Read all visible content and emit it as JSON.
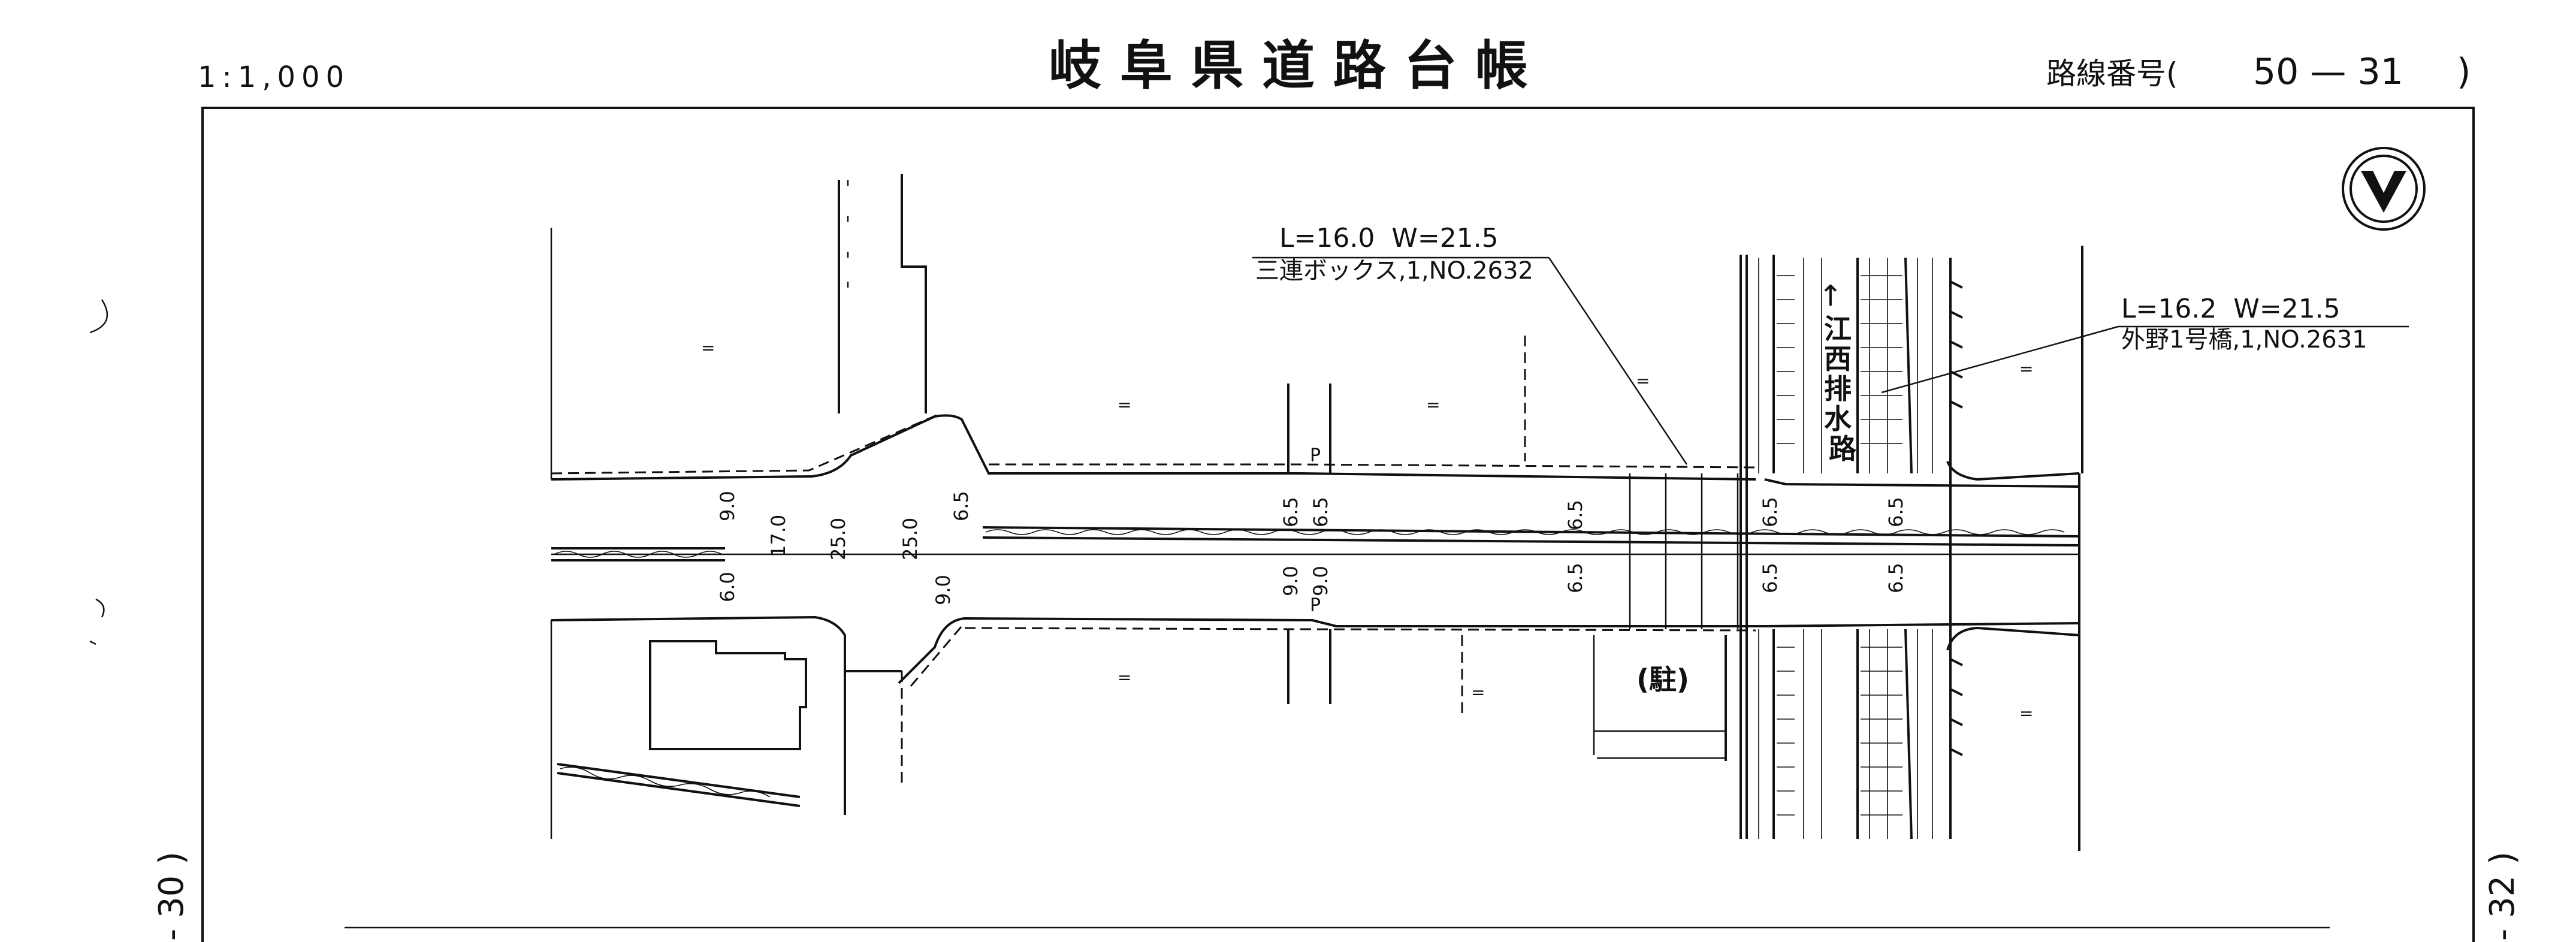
{
  "header": {
    "scale": "1:1,000",
    "title": "岐 阜 県 道 路 台 帳",
    "route_label": "路線番号(",
    "route_value": "50 — 31",
    "route_close": ")"
  },
  "side": {
    "left_ref": "- 30 )",
    "right_ref": "- 32 )"
  },
  "callouts": {
    "box_culvert": {
      "dims": "L=16.0  W=21.5",
      "name": "三連ボックス,1,NO.2632"
    },
    "bridge": {
      "dims": "L=16.2  W=21.5",
      "name": "外野1号橋,1,NO.2631"
    }
  },
  "waterway": {
    "name": "江\n西\n排\n水\n路",
    "arrow": "↑"
  },
  "parking": "(駐)",
  "north_symbol": "north-arrow",
  "dimension_labels": {
    "left_9_0": "9.0",
    "left_17_0": "17.0",
    "left_25_0_a": "25.0",
    "left_25_0_b": "25.0",
    "left_6_0": "6.0",
    "left_6_5": "6.5",
    "left_9_0_b": "9.0",
    "mid_6_5_a": "6.5",
    "mid_6_5_b": "6.5",
    "mid_9_0_a": "9.0",
    "mid_9_0_b": "9.0",
    "right_6_5_a": "6.5",
    "right_6_5_b": "6.5",
    "right_6_5_c": "6.5",
    "right_6_5_d": "6.5",
    "right_6_5_e": "6.5",
    "right_6_5_f": "6.5"
  },
  "small_marks": {
    "p_top": "P",
    "p_bottom": "P",
    "equals": "="
  }
}
